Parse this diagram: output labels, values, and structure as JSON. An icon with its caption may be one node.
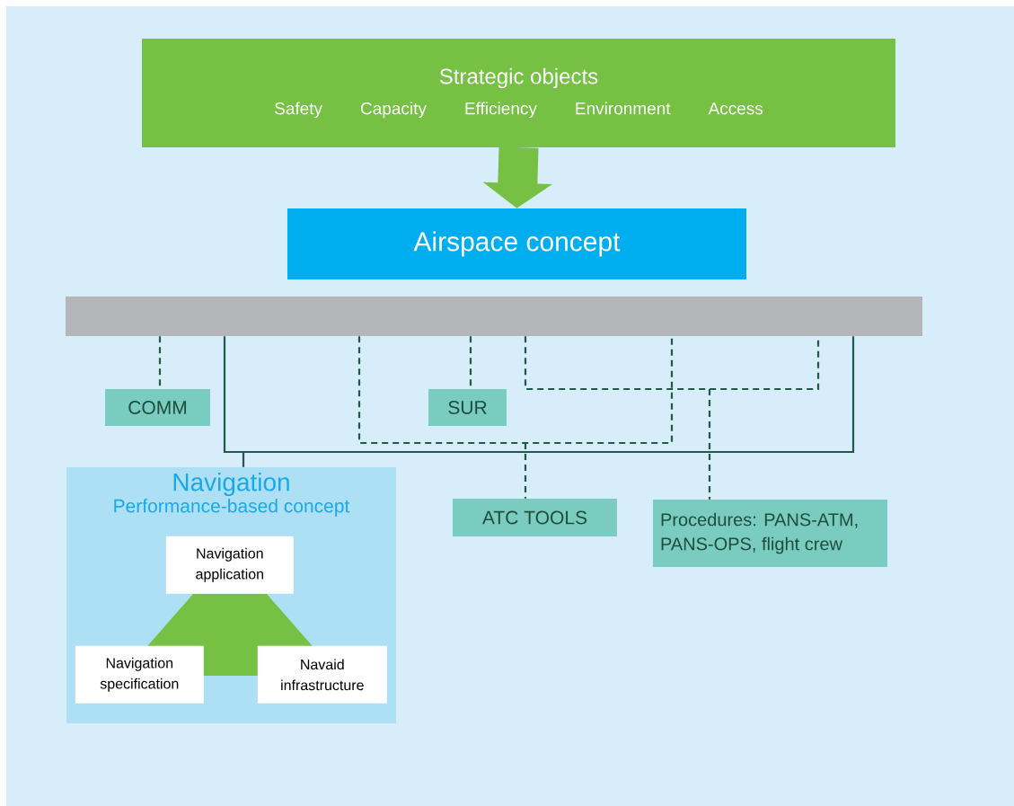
{
  "diagram": {
    "nodes": [
      {
        "text": [
          "Strategic objects",
          "Safety",
          "Capacity",
          "Efficiency",
          "Environment",
          "Access"
        ]
      },
      {
        "text": [
          "Airspace concept"
        ]
      },
      {
        "text": [],
        "shape": "bar"
      },
      {
        "text": [
          "COMM"
        ]
      },
      {
        "text": [
          "SUR"
        ]
      },
      {
        "text": [
          "Navigation",
          "Performance-based concept"
        ]
      },
      {
        "text": [
          "Navigation application"
        ],
        "in": 5
      },
      {
        "text": [
          "ATC TOOLS"
        ]
      },
      {
        "text": [
          "Procedures: PANS-ATM, PANS-OPS, flight crew"
        ]
      },
      {
        "text": [
          "Navigation specification"
        ],
        "in": 5
      },
      {
        "text": [
          "Navaid infrastructure"
        ],
        "in": 5
      }
    ],
    "edges": [
      {
        "from": 0,
        "to": 1,
        "arrow": "to",
        "style": "thick",
        "color": "#76c043"
      },
      {
        "from": 2,
        "to": 3,
        "arrow": "none",
        "style": "dashed"
      },
      {
        "from": 2,
        "to": 4,
        "arrow": "none",
        "style": "dashed"
      },
      {
        "from": 2,
        "to": 5,
        "arrow": "none"
      },
      {
        "from": 2,
        "to": 7,
        "arrow": "none",
        "style": "dashed"
      },
      {
        "from": 2,
        "to": 8,
        "arrow": "none",
        "style": "dashed"
      }
    ]
  }
}
